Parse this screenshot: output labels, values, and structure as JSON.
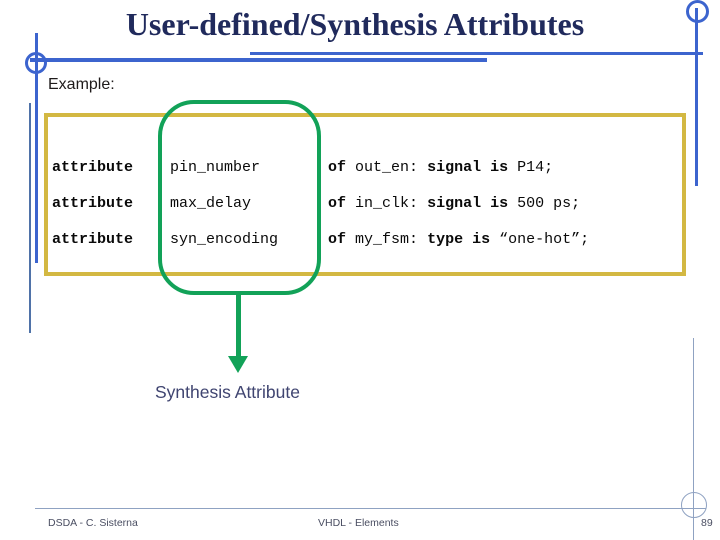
{
  "slide": {
    "title": "User-defined/Synthesis Attributes",
    "example_label": "Example:",
    "code": {
      "lines": [
        {
          "kw": "attribute",
          "name": "pin_number",
          "of": "of",
          "target": "out_en:",
          "kind": "signal",
          "is": "is",
          "value": "P14;"
        },
        {
          "kw": "attribute",
          "name": "max_delay",
          "of": "of",
          "target": "in_clk:",
          "kind": "signal",
          "is": "is",
          "value": "500 ps;"
        },
        {
          "kw": "attribute",
          "name": "syn_encoding",
          "of": "of",
          "target": "my_fsm:",
          "kind": "type",
          "is": "is",
          "value": "“one-hot”;"
        }
      ]
    },
    "callout": {
      "label": "Synthesis Attribute"
    },
    "footer": {
      "left": "DSDA - C. Sisterna",
      "center": "VHDL - Elements",
      "page_number": "89"
    },
    "colors": {
      "accent_blue": "#3C64CE",
      "gold_border": "#D3B842",
      "highlight_green": "#12A258",
      "title_navy": "#202A5C",
      "callout_text": "#3F4470",
      "footer_text": "#4A4E62",
      "thin_rule": "#8FA2C2"
    }
  }
}
